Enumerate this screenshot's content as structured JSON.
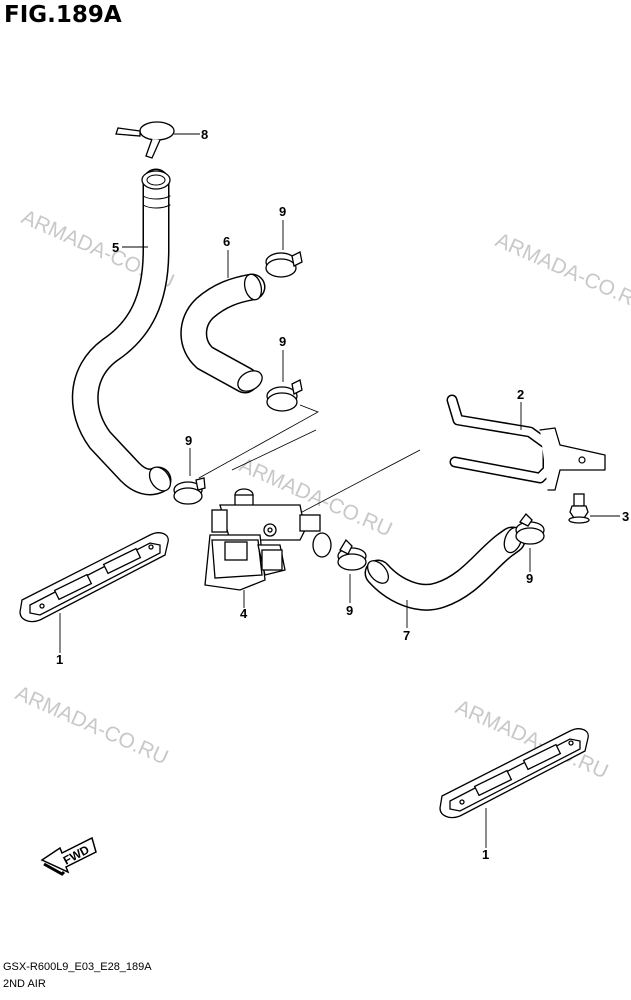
{
  "figure": {
    "title": "FIG.189A",
    "code": "GSX-R600L9_E03_E28_189A",
    "name": "2ND AIR"
  },
  "watermarks": [
    "ARMADA-CO.RU",
    "ARMADA-CO.RU",
    "ARMADA-CO.RU",
    "ARMADA-CO.RU",
    "ARMADA-CO.RU"
  ],
  "direction_label": "FWD",
  "callouts": {
    "c8": "8",
    "c5": "5",
    "c9a": "9",
    "c6": "6",
    "c9b": "9",
    "c9c": "9",
    "c2": "2",
    "c3": "3",
    "c9d": "9",
    "c9e": "9",
    "c4": "4",
    "c7": "7",
    "c1a": "1",
    "c1b": "1"
  }
}
